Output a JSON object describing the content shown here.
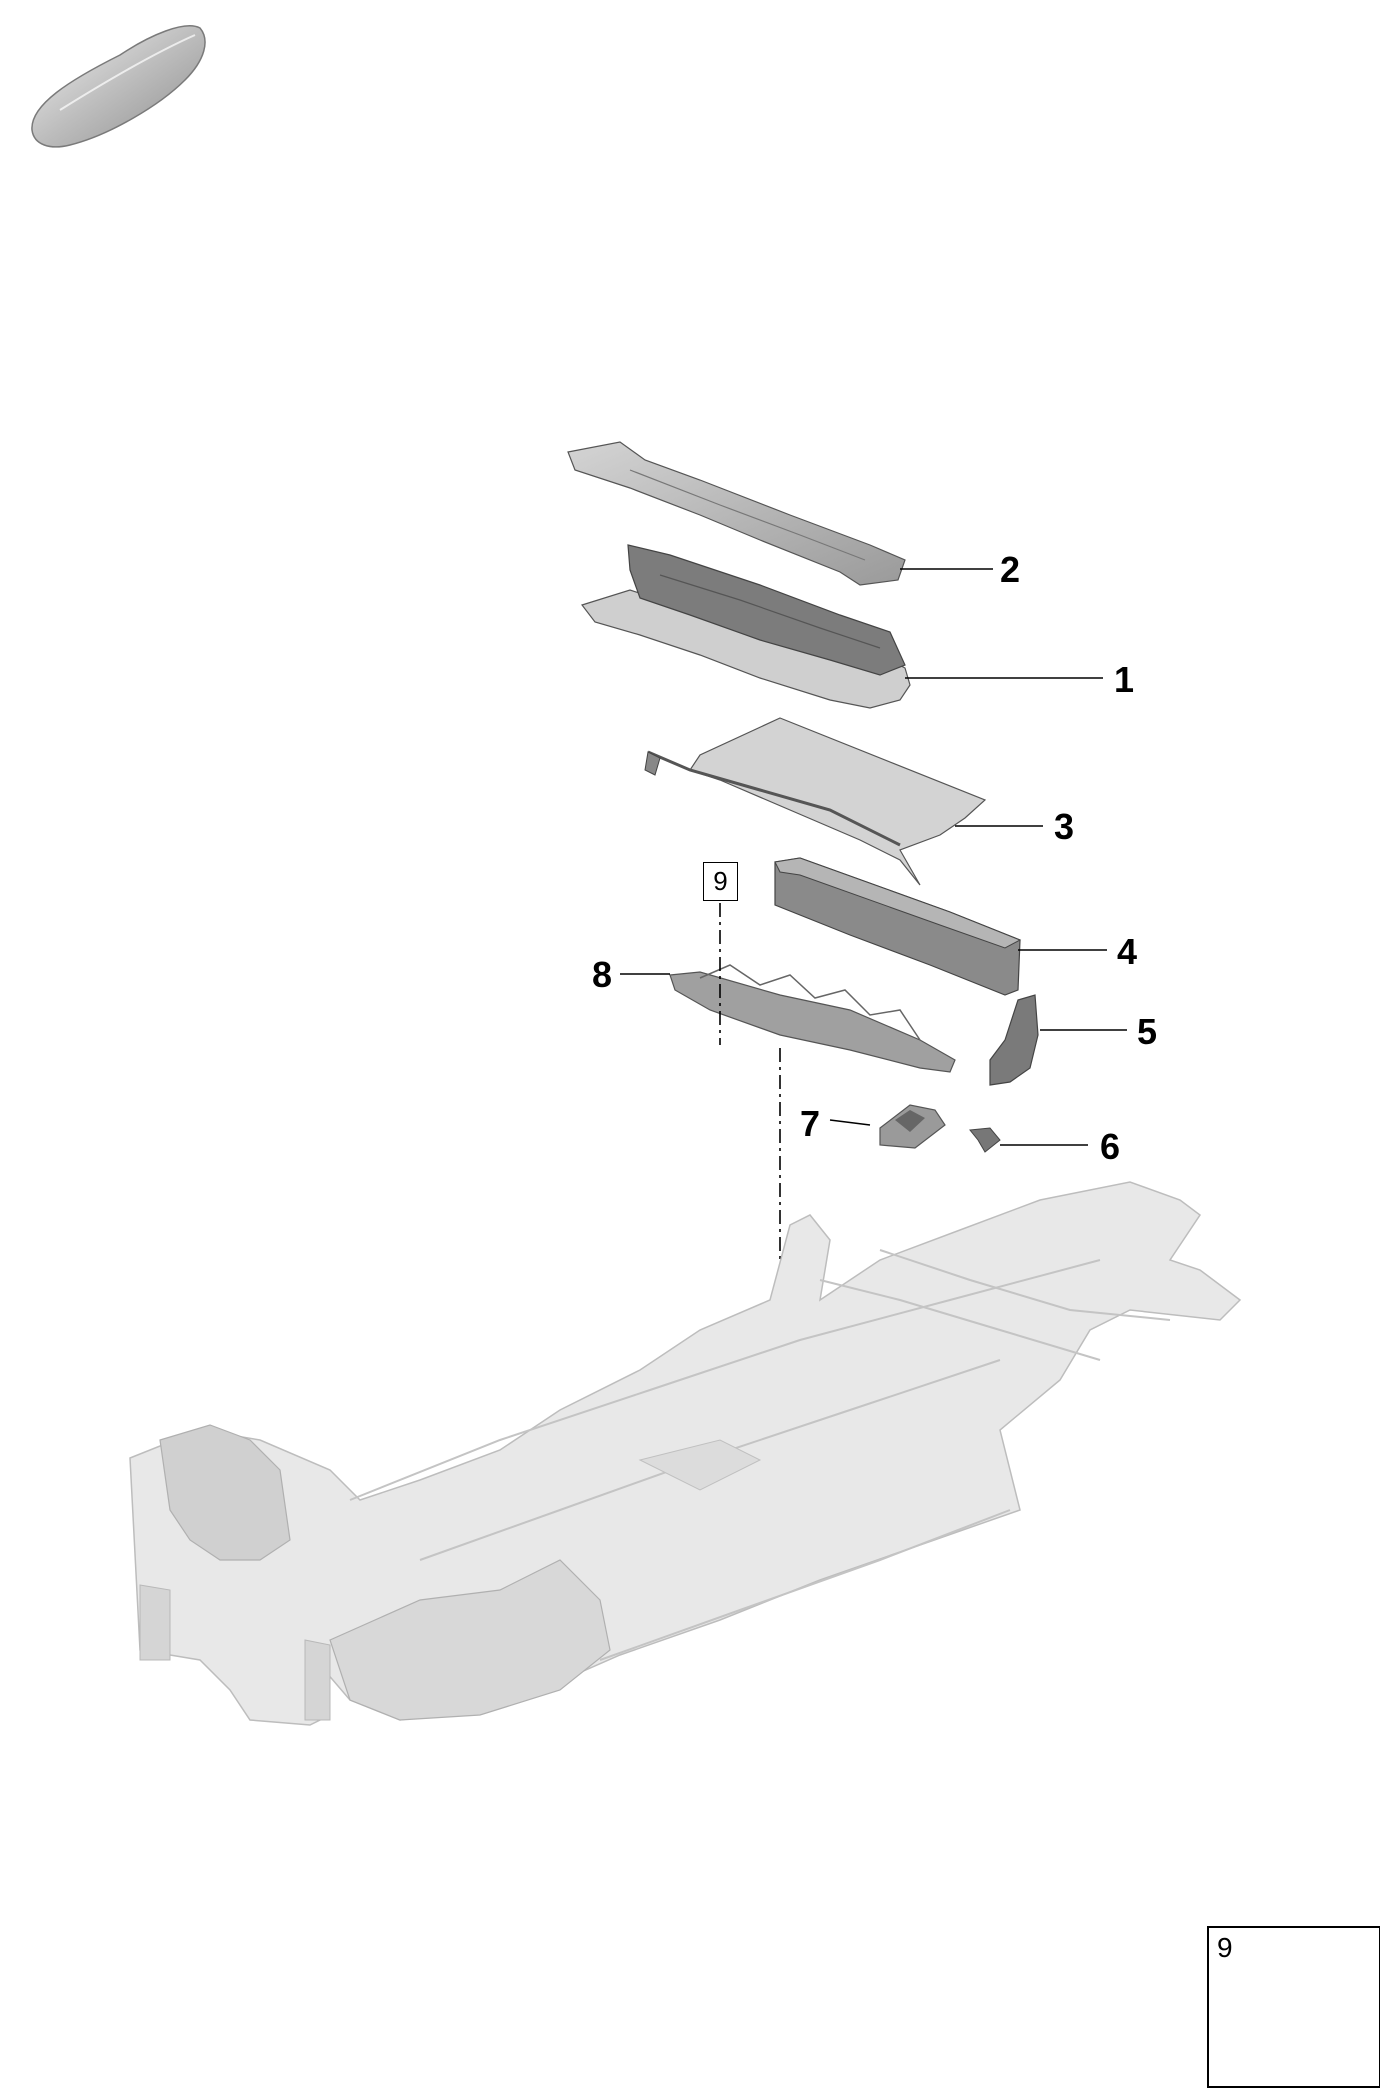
{
  "callouts": [
    {
      "id": "part-1",
      "label": "1"
    },
    {
      "id": "part-2",
      "label": "2"
    },
    {
      "id": "part-3",
      "label": "3"
    },
    {
      "id": "part-4",
      "label": "4"
    },
    {
      "id": "part-5",
      "label": "5"
    },
    {
      "id": "part-6",
      "label": "6"
    },
    {
      "id": "part-7",
      "label": "7"
    },
    {
      "id": "part-8",
      "label": "8"
    }
  ],
  "reference_box": {
    "label": "9"
  },
  "legend": {
    "label": "9",
    "icon": "flange-nut-icon"
  },
  "thumbnail": {
    "icon": "car-body-icon"
  },
  "colors": {
    "part_fill": "#b3b3b3",
    "part_dark": "#6f6f6f",
    "body_fill": "#e6e6e6",
    "line": "#000000"
  }
}
